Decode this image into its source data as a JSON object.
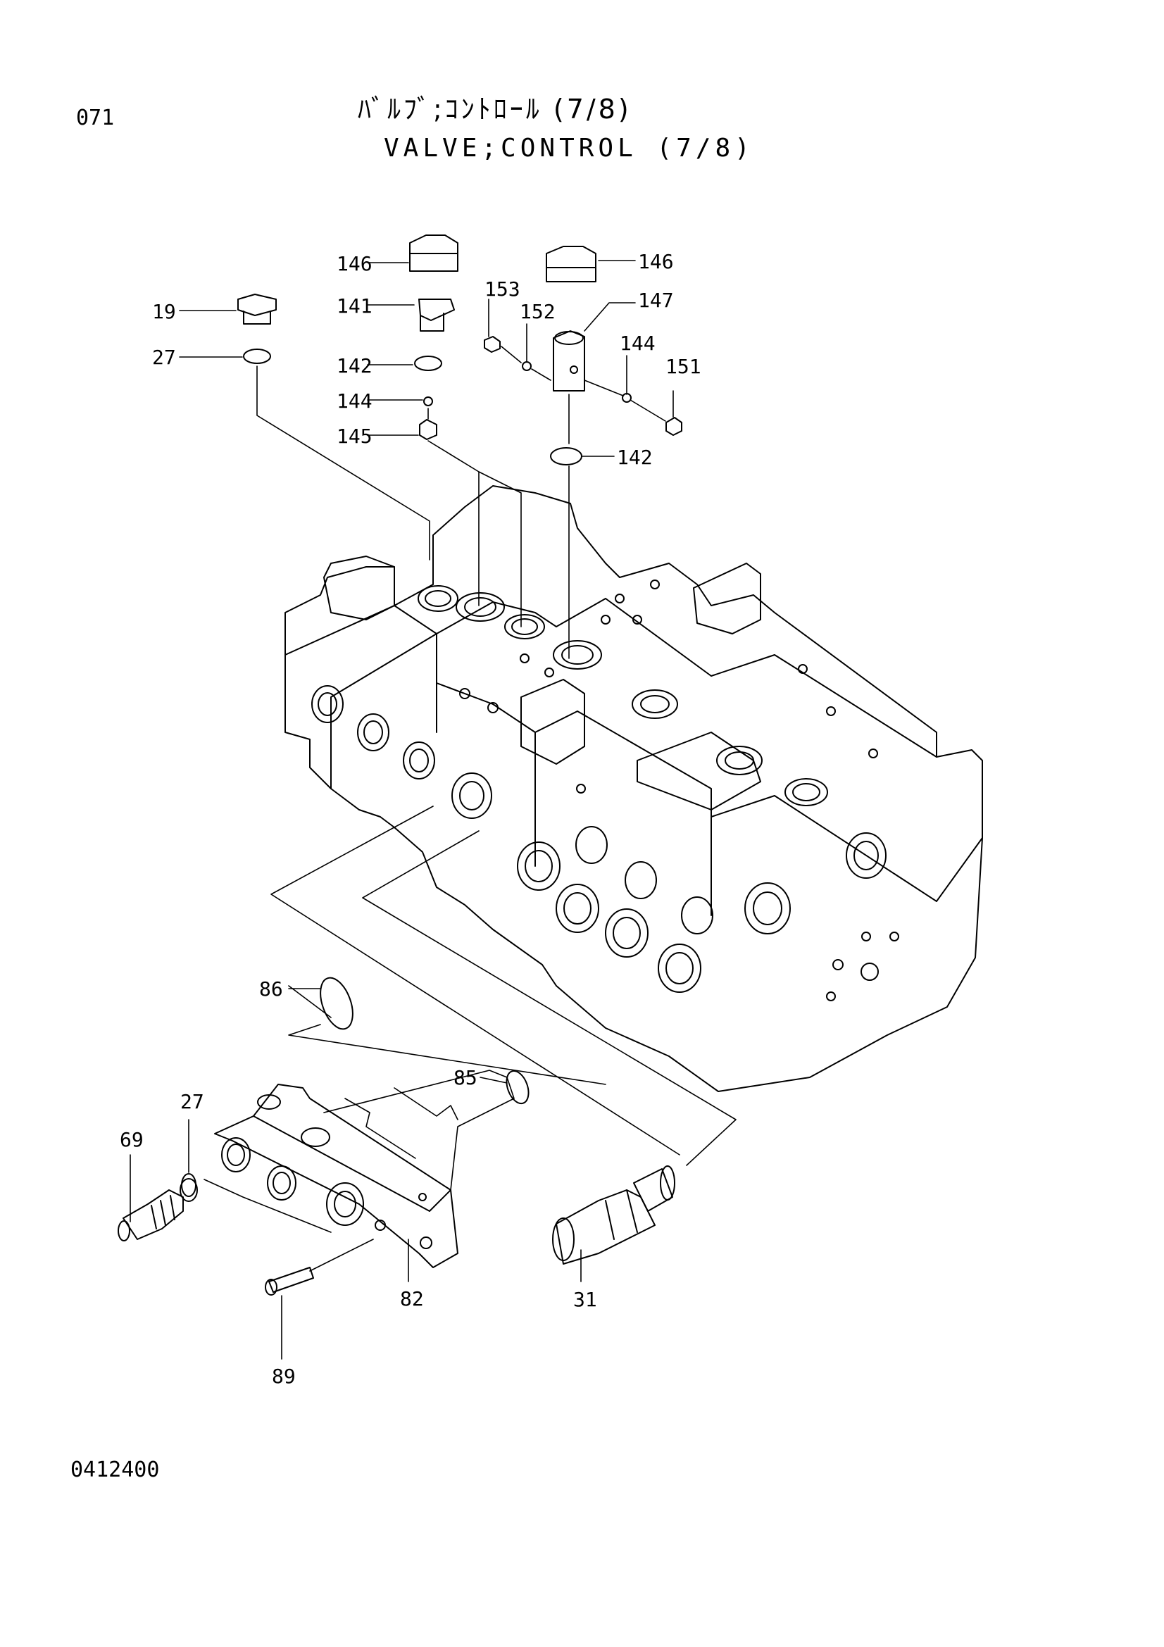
{
  "header": {
    "page_number": "071",
    "title_jp": "ﾊﾞﾙﾌﾞ;ｺﾝﾄﾛｰﾙ (7/8)",
    "title_en": "VALVE;CONTROL (7/8)"
  },
  "footer": {
    "drawing_code": "0412400"
  },
  "callouts": [
    {
      "id": "c146a",
      "text": "146"
    },
    {
      "id": "c141",
      "text": "141"
    },
    {
      "id": "c142a",
      "text": "142"
    },
    {
      "id": "c144a",
      "text": "144"
    },
    {
      "id": "c145",
      "text": "145"
    },
    {
      "id": "c19",
      "text": "19"
    },
    {
      "id": "c27a",
      "text": "27"
    },
    {
      "id": "c146b",
      "text": "146"
    },
    {
      "id": "c147",
      "text": "147"
    },
    {
      "id": "c153",
      "text": "153"
    },
    {
      "id": "c152",
      "text": "152"
    },
    {
      "id": "c144b",
      "text": "144"
    },
    {
      "id": "c151",
      "text": "151"
    },
    {
      "id": "c142b",
      "text": "142"
    },
    {
      "id": "c86",
      "text": "86"
    },
    {
      "id": "c85",
      "text": "85"
    },
    {
      "id": "c27b",
      "text": "27"
    },
    {
      "id": "c69",
      "text": "69"
    },
    {
      "id": "c82",
      "text": "82"
    },
    {
      "id": "c89",
      "text": "89"
    },
    {
      "id": "c31",
      "text": "31"
    }
  ]
}
